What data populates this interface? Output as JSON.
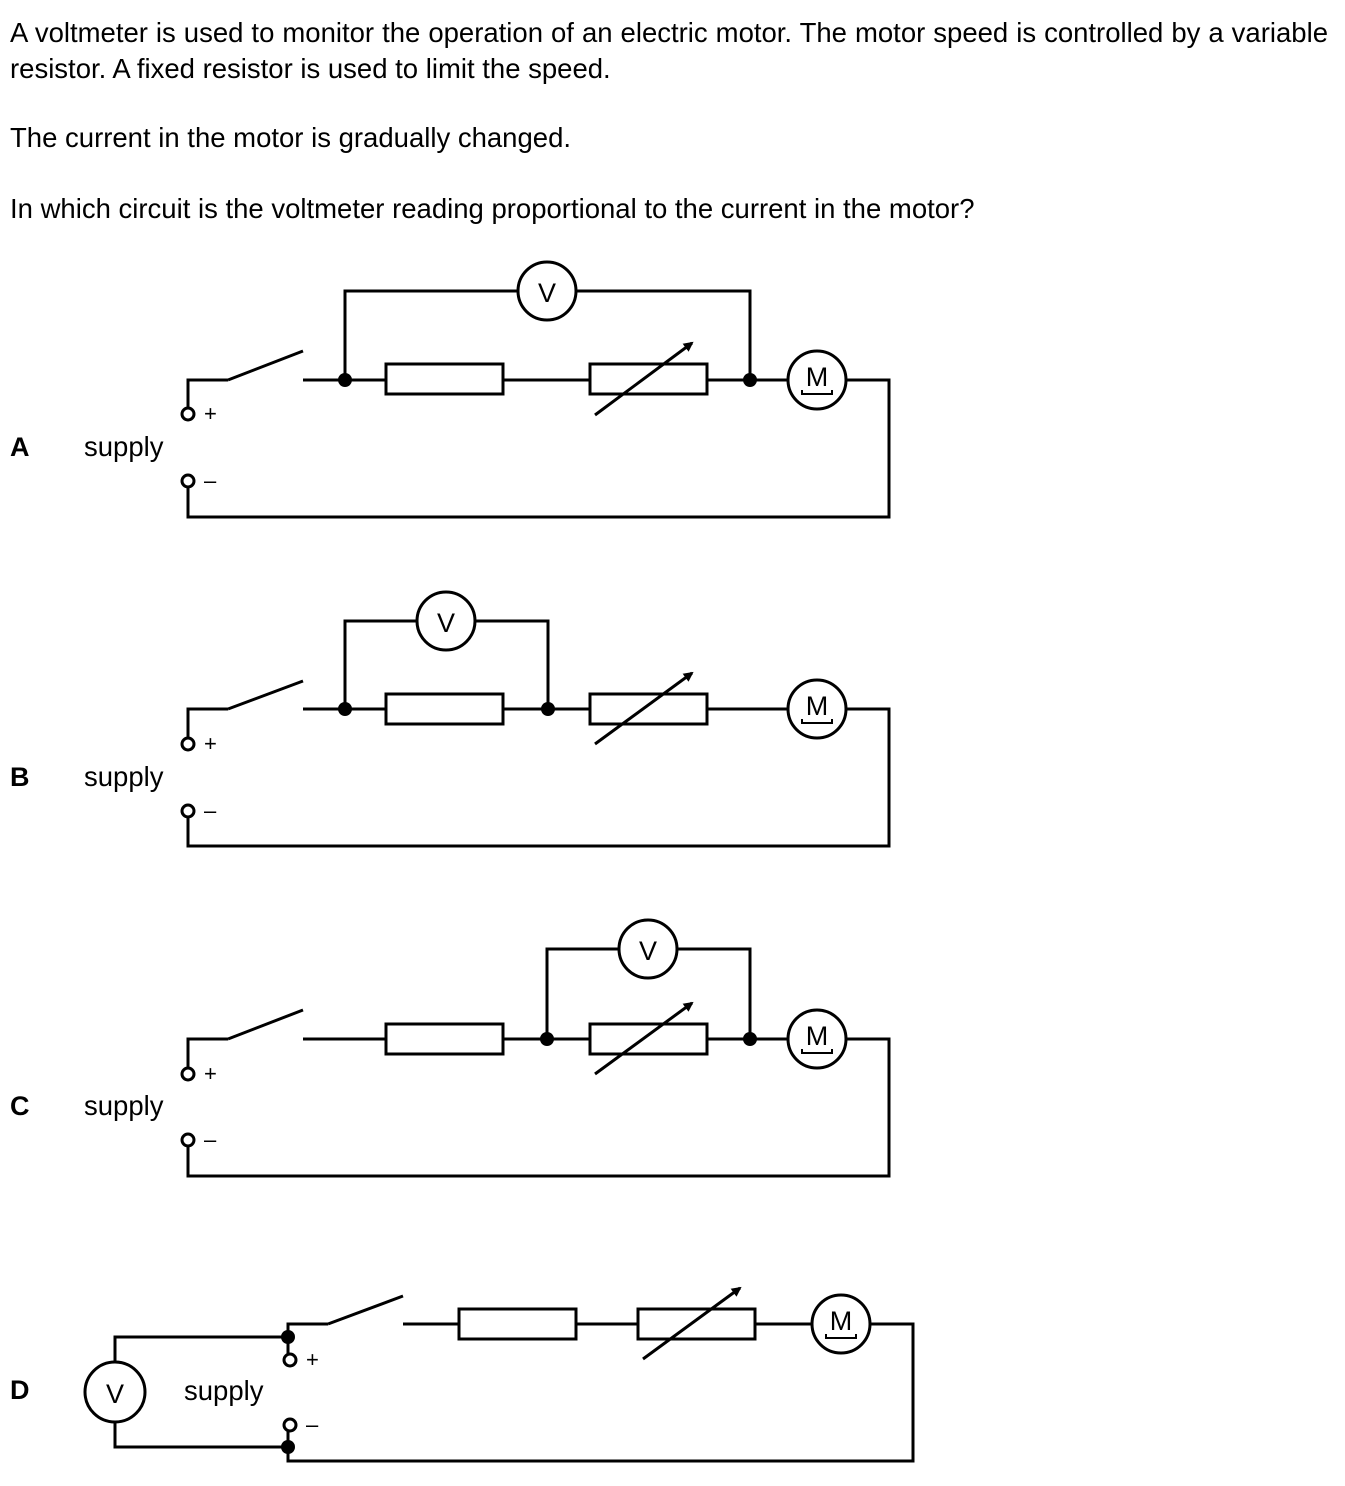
{
  "question": {
    "intro": "A voltmeter is used to monitor the operation of an electric motor. The motor speed is controlled by a variable resistor. A fixed resistor is used to limit the speed.",
    "line2": "The current in the motor is gradually changed.",
    "line3": "In which circuit is the voltmeter reading proportional to the current in the motor?"
  },
  "labels": {
    "supply": "supply",
    "voltmeter": "V",
    "motor": "M",
    "plus": "+",
    "minus": "–"
  },
  "options": [
    {
      "letter": "A"
    },
    {
      "letter": "B"
    },
    {
      "letter": "C"
    },
    {
      "letter": "D"
    }
  ]
}
